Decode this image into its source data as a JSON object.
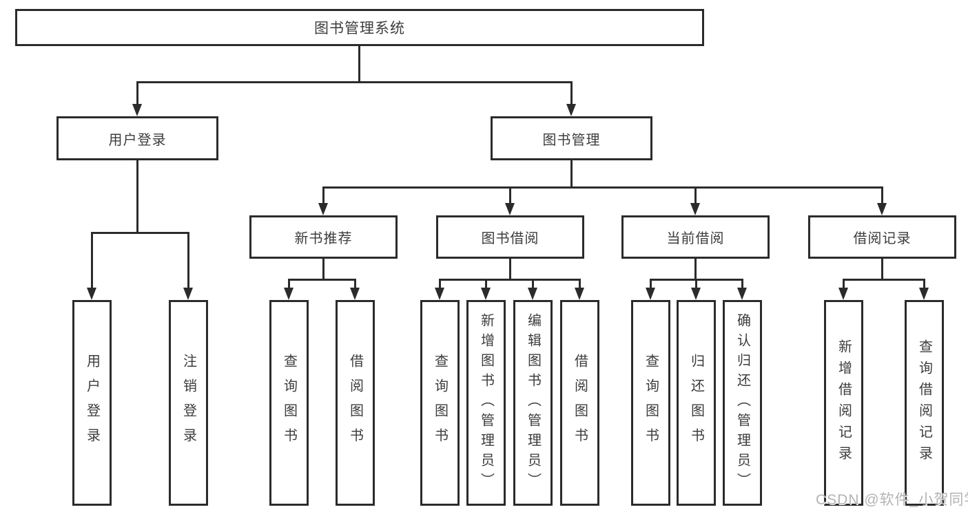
{
  "diagram": {
    "root": {
      "label": "图书管理系统"
    },
    "branches": [
      {
        "label": "用户登录",
        "children": [
          {
            "label": "用户登录"
          },
          {
            "label": "注销登录"
          }
        ]
      },
      {
        "label": "图书管理",
        "children": [
          {
            "label": "新书推荐",
            "children": [
              {
                "label": "查询图书"
              },
              {
                "label": "借阅图书"
              }
            ]
          },
          {
            "label": "图书借阅",
            "children": [
              {
                "label": "查询图书"
              },
              {
                "label": "新增图书（管理员）"
              },
              {
                "label": "编辑图书（管理员）"
              },
              {
                "label": "借阅图书"
              }
            ]
          },
          {
            "label": "当前借阅",
            "children": [
              {
                "label": "查询图书"
              },
              {
                "label": "归还图书"
              },
              {
                "label": "确认归还（管理员）"
              }
            ]
          },
          {
            "label": "借阅记录",
            "children": [
              {
                "label": "新增借阅记录"
              },
              {
                "label": "查询借阅记录"
              }
            ]
          }
        ]
      }
    ]
  },
  "watermark": {
    "text": "CSDN @软件_小贺同学"
  },
  "colors": {
    "line": "#2b2b2b",
    "text": "#3c3c3c",
    "box_background": "#ffffff",
    "page_background": "#ffffff",
    "watermark": "#b3b3b3"
  }
}
